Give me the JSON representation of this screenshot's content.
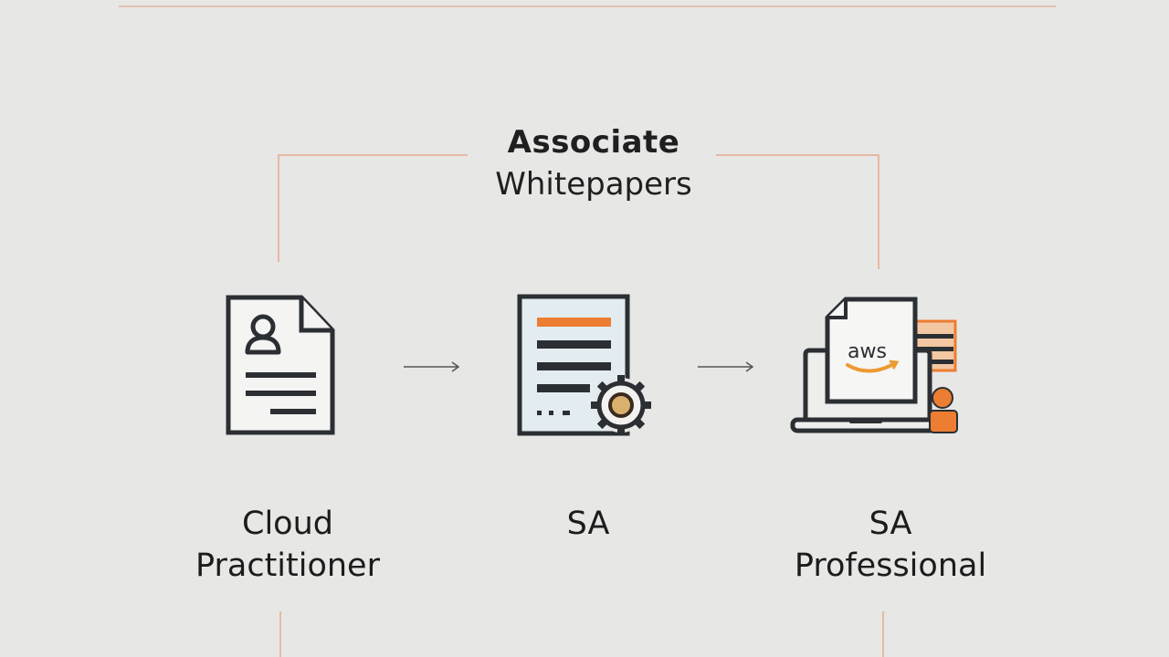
{
  "diagram": {
    "heading": {
      "line1": "Associate",
      "line2": "Whitepapers"
    },
    "nodes": [
      {
        "id": "cloud-practitioner",
        "label_line1": "Cloud",
        "label_line2": "Practitioner",
        "icon": "resume-document-icon"
      },
      {
        "id": "sa",
        "label_line1": "SA",
        "label_line2": "",
        "icon": "document-gear-icon"
      },
      {
        "id": "sa-professional",
        "label_line1": "SA",
        "label_line2": "Professional",
        "icon": "aws-laptop-document-icon"
      }
    ],
    "edges": [
      {
        "from": "cloud-practitioner",
        "to": "sa"
      },
      {
        "from": "sa",
        "to": "sa-professional"
      }
    ],
    "aws_text": "aws",
    "colors": {
      "background": "#e7e7e5",
      "connector": "#e6b9a3",
      "accent_orange": "#ec7d32",
      "icon_stroke": "#2b2f33"
    }
  }
}
